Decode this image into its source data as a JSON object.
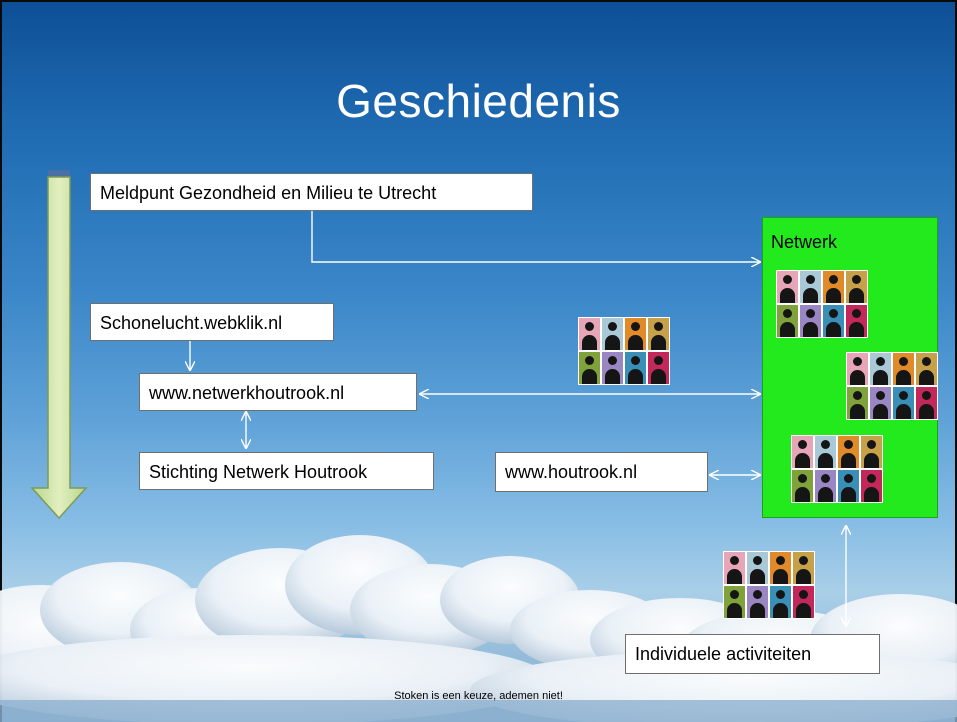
{
  "title": "Geschiedenis",
  "boxes": {
    "meldpunt": "Meldpunt Gezondheid en Milieu te Utrecht",
    "schonelucht": "Schonelucht.webklik.nl",
    "netwerkhoutrook": "www.netwerkhoutrook.nl",
    "stichting": "Stichting Netwerk Houtrook",
    "houtrook": "www.houtrook.nl",
    "individuele": "Individuele activiteiten"
  },
  "netwerk_label": "Netwerk",
  "footer": "Stoken is een keuze, ademen niet!",
  "colors": {
    "netwerk_fill": "#22ea1c",
    "timeline_fill": "#d3e8a8",
    "timeline_edge": "#8aa26c",
    "connector": "#ffffff",
    "portrait_tiles": [
      "#e7a6b8",
      "#a9c9d6",
      "#e08a2a",
      "#c7a04a",
      "#7fa23a",
      "#9b86c4",
      "#3a8fb6",
      "#c2285a"
    ]
  },
  "icons": [
    "timeline-arrow",
    "people-grid-icon"
  ]
}
